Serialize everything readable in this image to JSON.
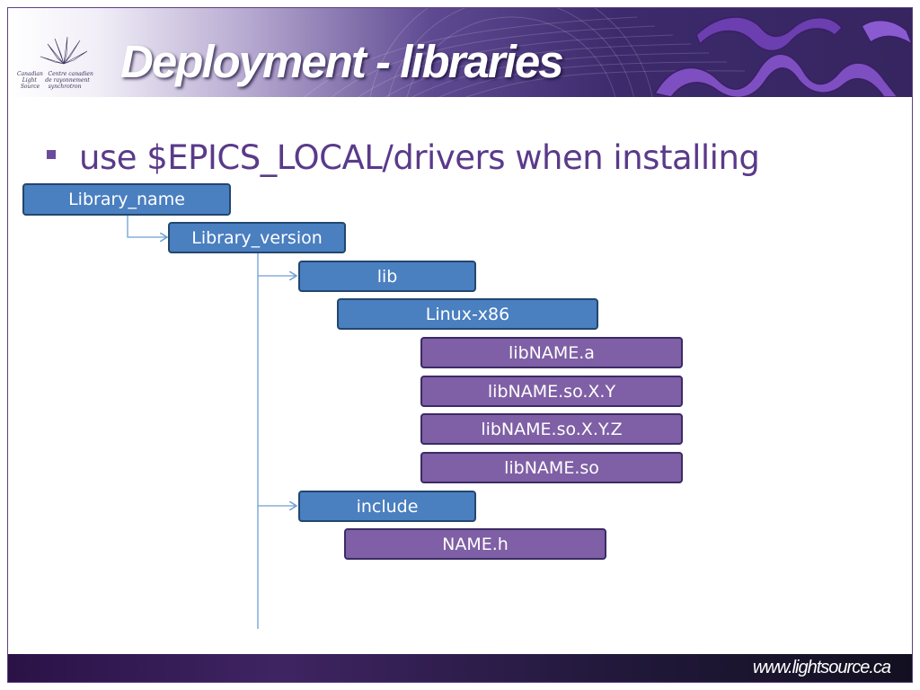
{
  "slide": {
    "title": "Deployment - libraries",
    "logo_text": "Canadian   Centre canadien\n   Light     de rayonnement\n  Source     synchrotron",
    "bullet": "use $EPICS_LOCAL/drivers when installing",
    "footer_url": "www.lightsource.ca"
  },
  "tree": {
    "library_name": "Library_name",
    "library_version": "Library_version",
    "lib": "lib",
    "linux_x86": "Linux-x86",
    "lib_a": "libNAME.a",
    "lib_so_xy": "libNAME.so.X.Y",
    "lib_so_xyz": "libNAME.so.X.Y.Z",
    "lib_so": "libNAME.so",
    "include": "include",
    "name_h": "NAME.h"
  },
  "colors": {
    "folder_node": "#4a7fc0",
    "file_node": "#7f5fa5",
    "bullet_text": "#5a3a8a",
    "connector": "#6d9fd2"
  }
}
